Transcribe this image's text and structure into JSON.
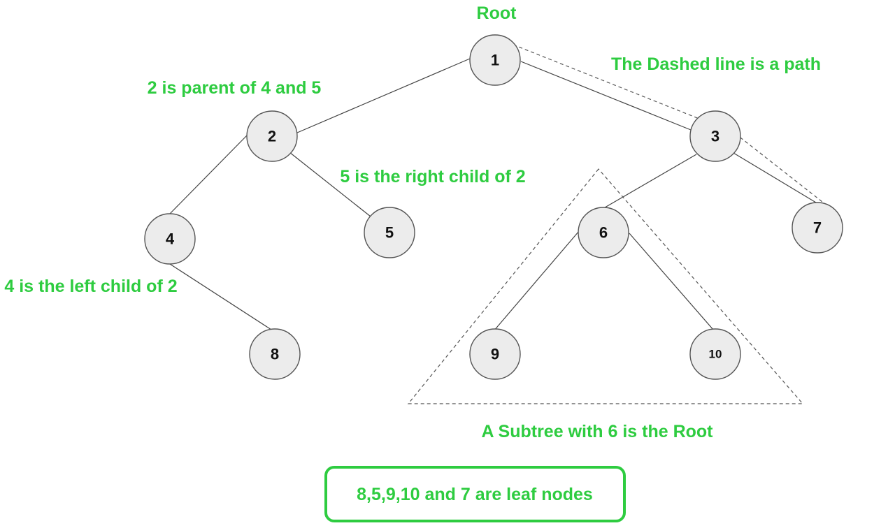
{
  "colors": {
    "annotation": "#2ecc40",
    "node_fill": "#ececec",
    "node_stroke": "#555555",
    "edge": "#444444"
  },
  "title": "Root",
  "nodes": {
    "n1": "1",
    "n2": "2",
    "n3": "3",
    "n4": "4",
    "n5": "5",
    "n6": "6",
    "n7": "7",
    "n8": "8",
    "n9": "9",
    "n10": "10"
  },
  "edges": [
    [
      "1",
      "2"
    ],
    [
      "1",
      "3"
    ],
    [
      "2",
      "4"
    ],
    [
      "2",
      "5"
    ],
    [
      "4",
      "8"
    ],
    [
      "3",
      "6"
    ],
    [
      "3",
      "7"
    ],
    [
      "6",
      "9"
    ],
    [
      "6",
      "10"
    ]
  ],
  "path": [
    "1",
    "3",
    "7"
  ],
  "subtree_root": "6",
  "annotations": {
    "path_note": "The Dashed line is a path",
    "parent_note": "2 is parent of 4 and 5",
    "right_child_note": "5 is the right child of 2",
    "left_child_note": "4 is the left child of 2",
    "subtree_note": "A Subtree with 6 is the Root",
    "leaf_note": "8,5,9,10 and 7 are leaf nodes"
  }
}
